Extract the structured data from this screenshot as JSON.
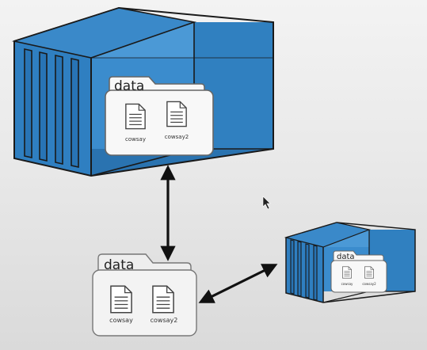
{
  "diagram": {
    "colors": {
      "background": "#ebebeb",
      "container_front": "#2f7fc1",
      "container_side": "#2a75b3",
      "container_interior": "#3d8fd0",
      "container_outline": "#1a1a1a",
      "folder_fill": "#f8f8f8",
      "folder_outline": "#555555",
      "arrow": "#111111"
    },
    "large_container": {
      "folder": {
        "label": "data",
        "files": [
          {
            "name": "cowsay",
            "icon": "document-icon"
          },
          {
            "name": "cowsay2",
            "icon": "document-icon"
          }
        ]
      }
    },
    "host_folder": {
      "label": "data",
      "files": [
        {
          "name": "cowsay",
          "icon": "document-icon"
        },
        {
          "name": "cowsay2",
          "icon": "document-icon"
        }
      ]
    },
    "small_container": {
      "folder": {
        "label": "data",
        "files": [
          {
            "name": "cowsay",
            "icon": "document-icon"
          },
          {
            "name": "cowsay2",
            "icon": "document-icon"
          }
        ]
      }
    },
    "connections": [
      {
        "from": "large_container",
        "to": "host_folder",
        "type": "bidirectional-arrow"
      },
      {
        "from": "host_folder",
        "to": "small_container",
        "type": "bidirectional-arrow"
      }
    ]
  }
}
